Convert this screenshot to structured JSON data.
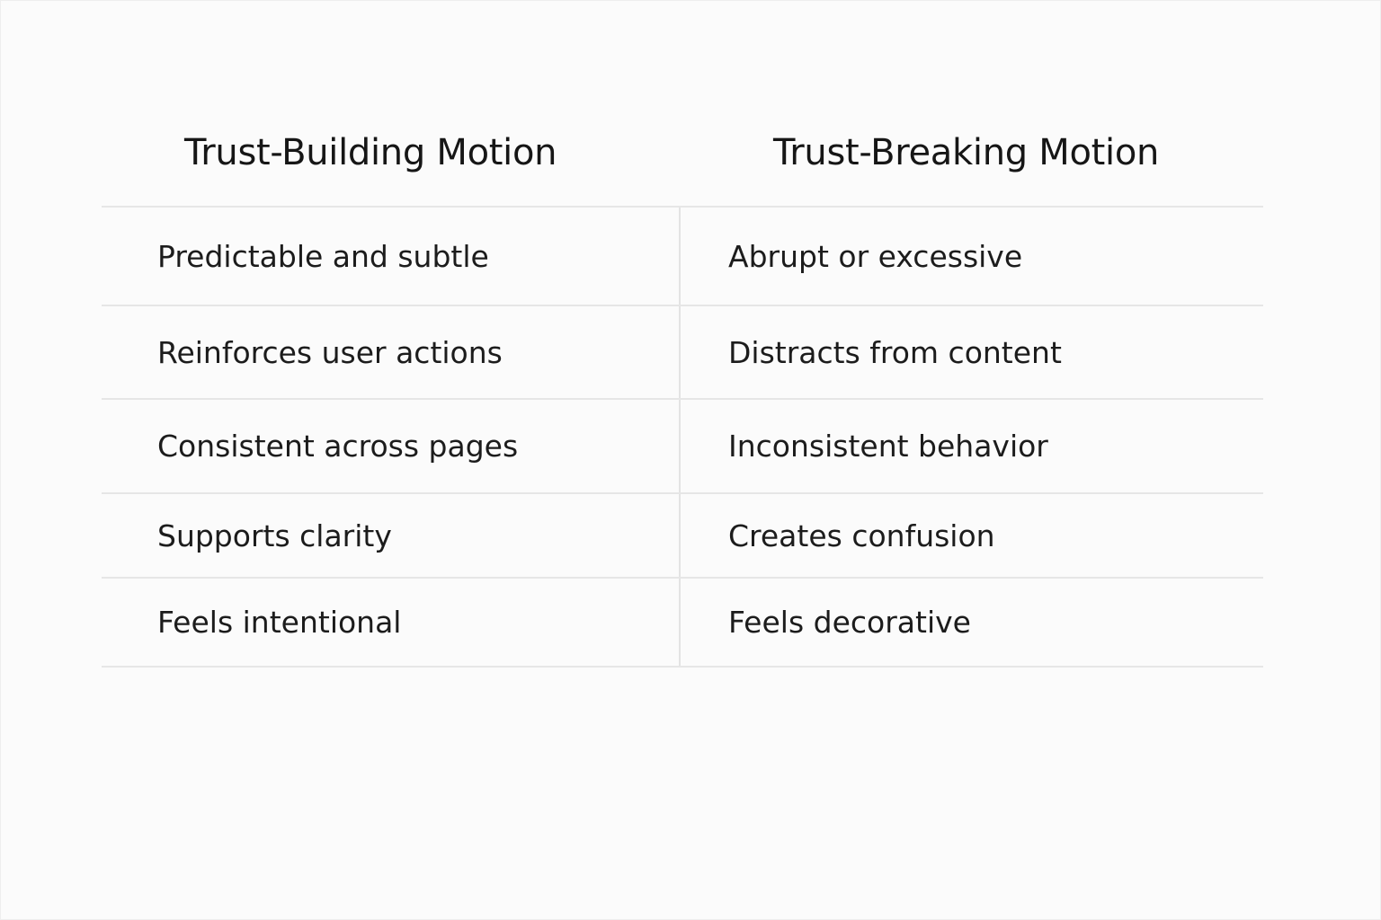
{
  "table": {
    "headers": {
      "left": "Trust-Building Motion",
      "right": "Trust-Breaking Motion"
    },
    "rows": [
      {
        "left": "Predictable and subtle",
        "right": "Abrupt or excessive"
      },
      {
        "left": "Reinforces user actions",
        "right": "Distracts from content"
      },
      {
        "left": "Consistent across pages",
        "right": "Inconsistent behavior"
      },
      {
        "left": "Supports clarity",
        "right": "Creates confusion"
      },
      {
        "left": "Feels intentional",
        "right": "Feels decorative"
      }
    ]
  },
  "colors": {
    "background": "#fbfbfb",
    "text": "#1a1a1a",
    "grid_line": "#e6e6e6"
  }
}
